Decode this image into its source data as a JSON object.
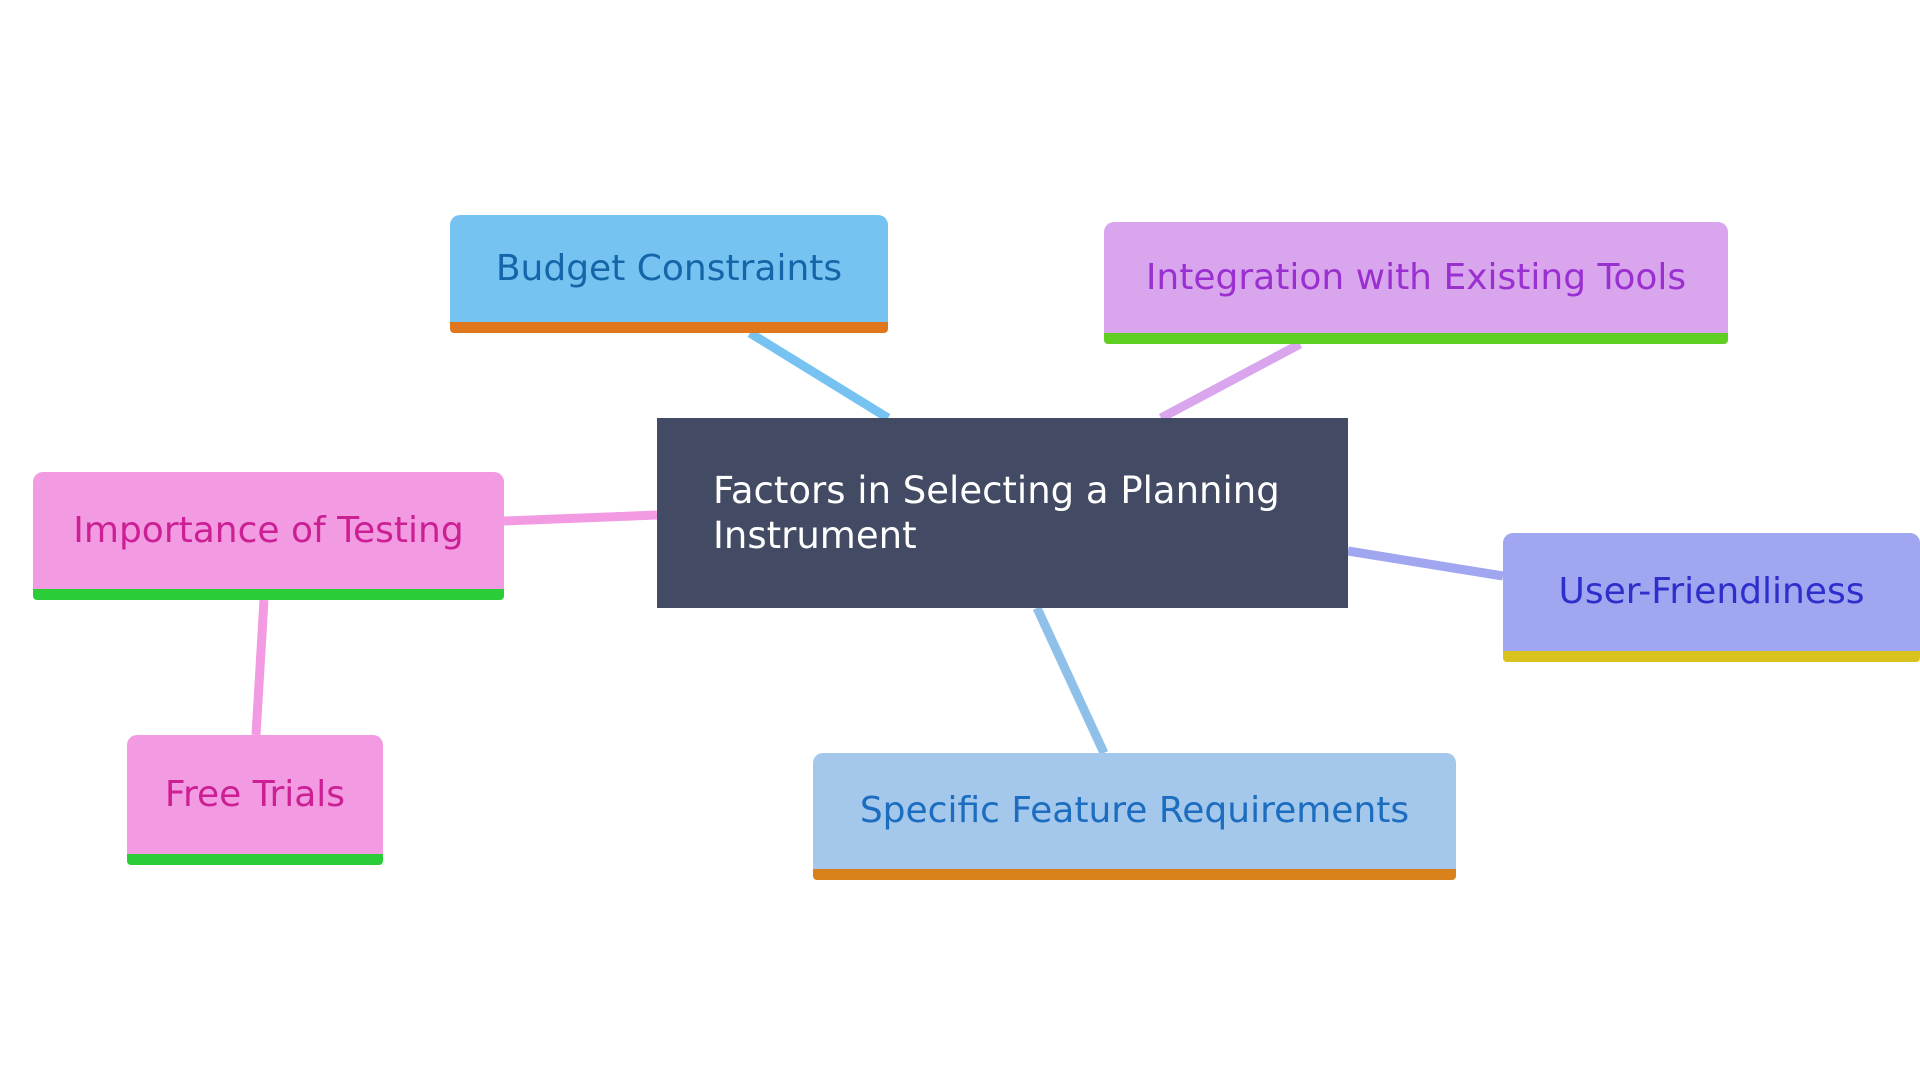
{
  "diagram": {
    "type": "mind-map",
    "background_color": "#FFFFFF",
    "root": {
      "id": "root",
      "label": "Factors in Selecting a Planning\nInstrument",
      "fill_color": "#434A63",
      "text_color": "#FFFFFF"
    },
    "nodes": [
      {
        "id": "budget",
        "label": "Budget Constraints",
        "fill_color": "#76C3F2",
        "text_color": "#1566A8",
        "underline_color": "#E0771C"
      },
      {
        "id": "integration",
        "label": "Integration with Existing Tools",
        "fill_color": "#D9A6EE",
        "text_color": "#9B30D0",
        "underline_color": "#5FD023"
      },
      {
        "id": "testing",
        "label": "Importance of Testing",
        "fill_color": "#F29BE2",
        "text_color": "#CC1F93",
        "underline_color": "#2ACC38"
      },
      {
        "id": "free-trials",
        "label": "Free Trials",
        "fill_color": "#F29BE2",
        "text_color": "#CC1F93",
        "underline_color": "#2ACC38"
      },
      {
        "id": "user-friendliness",
        "label": "User-Friendliness",
        "fill_color": "#A0A6F0",
        "text_color": "#2E2ECC",
        "underline_color": "#D9C21C"
      },
      {
        "id": "features",
        "label": "Specific Feature Requirements",
        "fill_color": "#A3C8EC",
        "text_color": "#1C6CC0",
        "underline_color": "#D9821C"
      }
    ],
    "edges": [
      {
        "id": "edge-budget",
        "from": "budget",
        "to": "root",
        "color": "#76C3F2"
      },
      {
        "id": "edge-integration",
        "from": "integration",
        "to": "root",
        "color": "#D9A6EE"
      },
      {
        "id": "edge-testing",
        "from": "testing",
        "to": "root",
        "color": "#F29BE2"
      },
      {
        "id": "edge-user",
        "from": "root",
        "to": "user-friendliness",
        "color": "#A0A6F0"
      },
      {
        "id": "edge-features",
        "from": "root",
        "to": "features",
        "color": "#8FC0EA"
      },
      {
        "id": "edge-free-trials",
        "from": "testing",
        "to": "free-trials",
        "color": "#F29BE2"
      }
    ]
  }
}
